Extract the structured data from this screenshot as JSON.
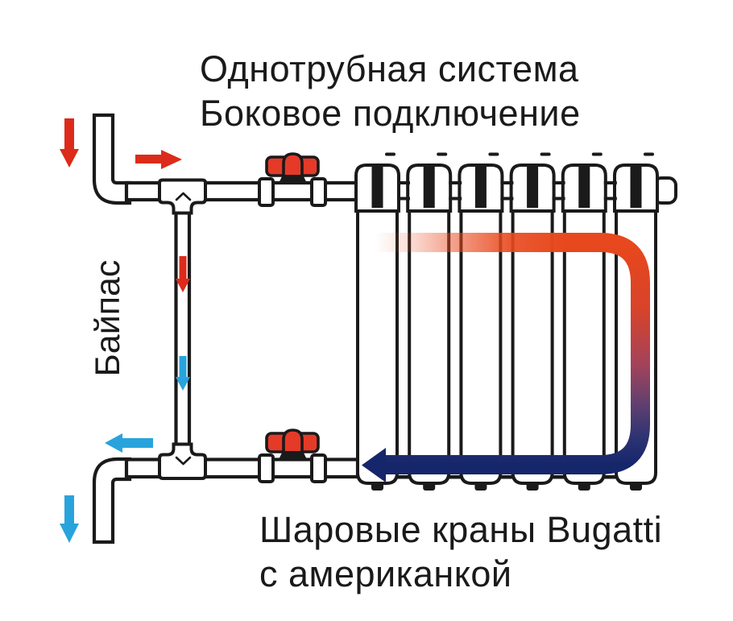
{
  "title": {
    "line1": "Однотрубная система",
    "line2": "Боковое подключение"
  },
  "labels": {
    "bypass": "Байпас",
    "caption_line1": "Шаровые краны Bugatti",
    "caption_line2": "с американкой"
  },
  "radiator": {
    "sections": 6
  },
  "colors": {
    "bg": "#ffffff",
    "line": "#1a1a1a",
    "red": "#dc2b1b",
    "blue": "#29a3dc",
    "valve_red": "#e53a28",
    "hot": "#e8481d",
    "grad1": "#d8432a",
    "grad2": "#a3435a",
    "grad3": "#63406f",
    "grad4": "#2c3372",
    "cold": "#16266b"
  }
}
